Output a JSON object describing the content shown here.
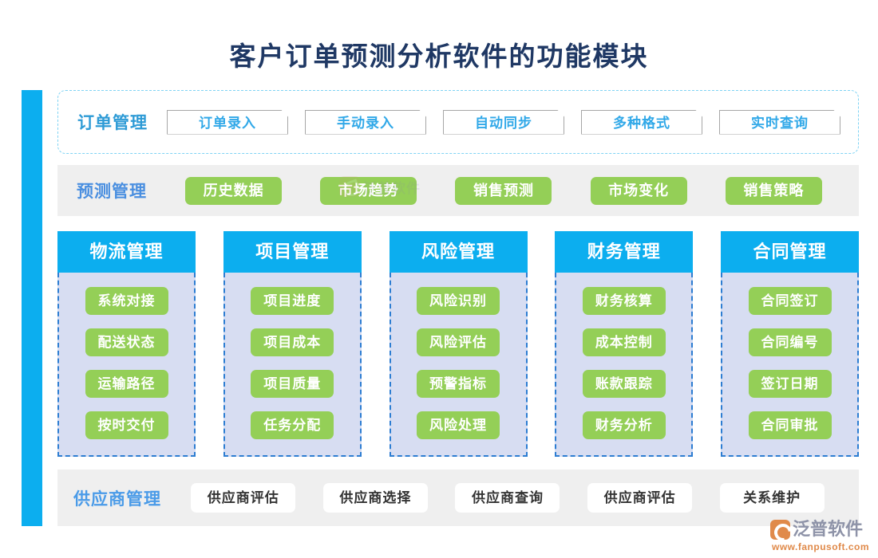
{
  "page": {
    "title": "客户订单预测分析软件的功能模块",
    "accent_blue": "#0CAEEF",
    "title_color": "#1F3864",
    "green": "#94CF57",
    "column_body_bg": "#D7DDF2",
    "row_bg": "#EFEFEF"
  },
  "order_row": {
    "label": "订单管理",
    "items": [
      {
        "label": "订单录入"
      },
      {
        "label": "手动录入"
      },
      {
        "label": "自动同步"
      },
      {
        "label": "多种格式"
      },
      {
        "label": "实时查询"
      }
    ]
  },
  "forecast_row": {
    "label": "预测管理",
    "items": [
      {
        "label": "历史数据"
      },
      {
        "label": "市场趋势"
      },
      {
        "label": "销售预测"
      },
      {
        "label": "市场变化"
      },
      {
        "label": "销售策略"
      }
    ]
  },
  "columns": [
    {
      "title": "物流管理",
      "items": [
        {
          "label": "系统对接"
        },
        {
          "label": "配送状态"
        },
        {
          "label": "运输路径"
        },
        {
          "label": "按时交付"
        }
      ]
    },
    {
      "title": "项目管理",
      "items": [
        {
          "label": "项目进度"
        },
        {
          "label": "项目成本"
        },
        {
          "label": "项目质量"
        },
        {
          "label": "任务分配"
        }
      ]
    },
    {
      "title": "风险管理",
      "items": [
        {
          "label": "风险识别"
        },
        {
          "label": "风险评估"
        },
        {
          "label": "预警指标"
        },
        {
          "label": "风险处理"
        }
      ]
    },
    {
      "title": "财务管理",
      "items": [
        {
          "label": "财务核算"
        },
        {
          "label": "成本控制"
        },
        {
          "label": "账款跟踪"
        },
        {
          "label": "财务分析"
        }
      ]
    },
    {
      "title": "合同管理",
      "items": [
        {
          "label": "合同签订"
        },
        {
          "label": "合同编号"
        },
        {
          "label": "签订日期"
        },
        {
          "label": "合同审批"
        }
      ]
    }
  ],
  "supplier_row": {
    "label": "供应商管理",
    "items": [
      {
        "label": "供应商评估"
      },
      {
        "label": "供应商选择"
      },
      {
        "label": "供应商查询"
      },
      {
        "label": "供应商评估"
      },
      {
        "label": "关系维护"
      }
    ]
  },
  "watermark": {
    "text": "泛普软件"
  },
  "logo": {
    "name": "泛普软件",
    "url": "www.fanpusoft.com"
  }
}
